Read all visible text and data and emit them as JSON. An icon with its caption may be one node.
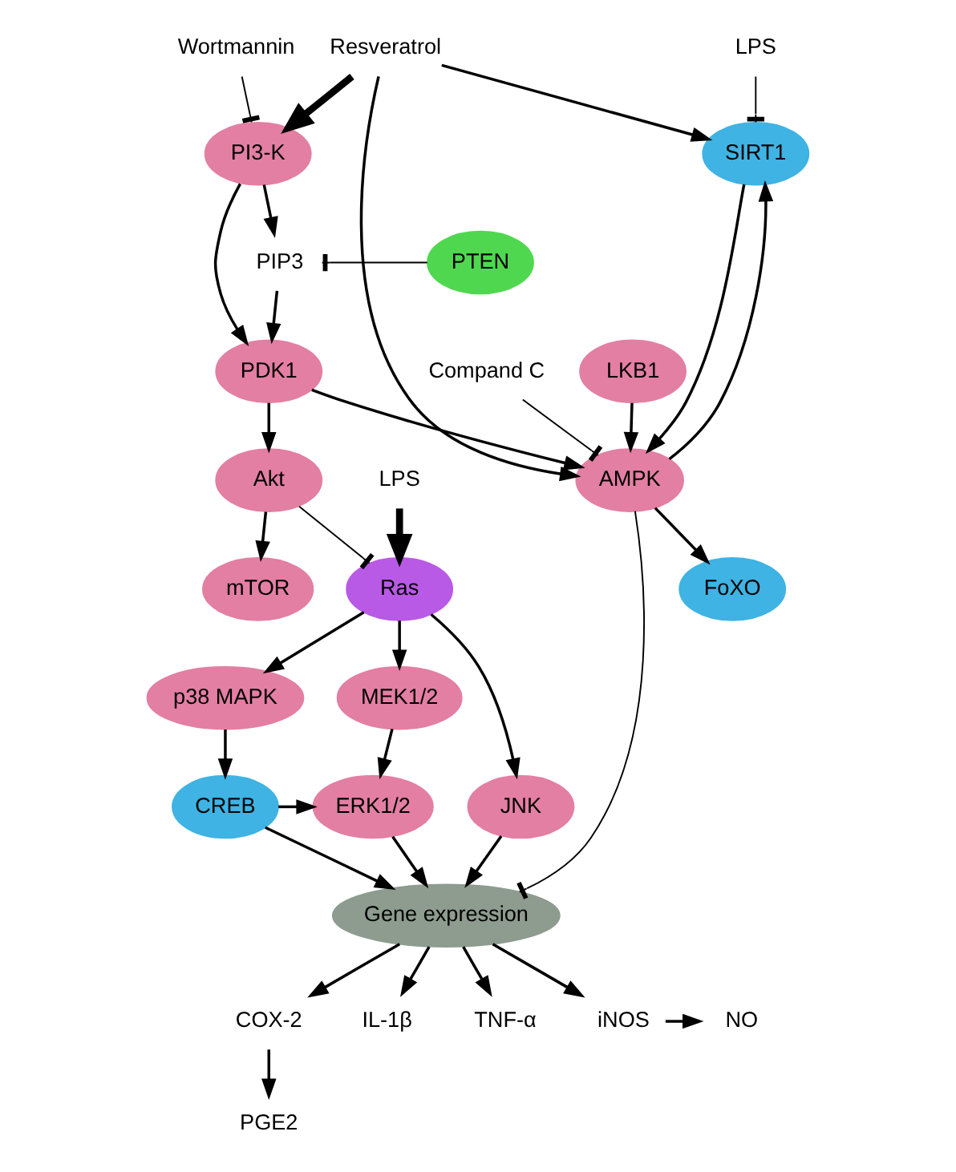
{
  "diagram": {
    "nodes": [
      {
        "text": [
          "Resveratrol"
        ]
      },
      {
        "text": [
          "Wortmannin"
        ]
      },
      {
        "text": [
          "LPS"
        ]
      },
      {
        "text": [
          "PTEN"
        ]
      },
      {
        "text": [
          "PIP3"
        ]
      },
      {
        "text": [
          "PI3-K"
        ]
      },
      {
        "text": [
          "SIRT1"
        ]
      },
      {
        "text": [
          "Compand C"
        ]
      },
      {
        "text": [
          "PDK1"
        ]
      },
      {
        "text": [
          "AMPK"
        ]
      },
      {
        "text": [
          "LKB1"
        ]
      },
      {
        "text": [
          "mTOR"
        ]
      },
      {
        "text": [
          "Akt"
        ]
      },
      {
        "text": [
          "FoXO"
        ]
      },
      {
        "text": [
          "LPS"
        ]
      },
      {
        "text": [
          "Ras"
        ]
      },
      {
        "text": [
          "p38 MAPK"
        ]
      },
      {
        "text": [
          "MEK1/2"
        ]
      },
      {
        "text": [
          "JNK"
        ]
      },
      {
        "text": [
          "CREB"
        ]
      },
      {
        "text": [
          "ERK1/2"
        ]
      },
      {
        "text": [
          "Gene expression"
        ]
      },
      {
        "text": [
          "IL-1β"
        ]
      },
      {
        "text": [
          "TNF-α"
        ]
      },
      {
        "text": [
          "PGE2"
        ]
      },
      {
        "text": [
          "COX-2"
        ]
      },
      {
        "text": [
          "iNOS"
        ]
      },
      {
        "text": [
          "NO"
        ]
      }
    ],
    "edges": [
      {
        "from": 0,
        "to": 5,
        "arrow": "to",
        "style": "thick"
      },
      {
        "from": 0,
        "to": 9,
        "arrow": "to"
      },
      {
        "from": 0,
        "to": 6,
        "arrow": "to"
      },
      {
        "from": 1,
        "to": 5,
        "arrow": "other"
      },
      {
        "from": 3,
        "to": 4,
        "arrow": "other"
      },
      {
        "from": 5,
        "to": 4,
        "arrow": "to"
      },
      {
        "from": 4,
        "to": 8,
        "arrow": "to"
      },
      {
        "from": 2,
        "to": 6,
        "arrow": "other"
      },
      {
        "from": 5,
        "to": 8,
        "arrow": "to"
      },
      {
        "from": 6,
        "to": 9,
        "arrow": "to"
      },
      {
        "from": 9,
        "to": 6,
        "arrow": "to"
      },
      {
        "from": 7,
        "to": 9,
        "arrow": "other"
      },
      {
        "from": 8,
        "to": 9,
        "arrow": "to"
      },
      {
        "from": 10,
        "to": 9,
        "arrow": "to"
      },
      {
        "from": 8,
        "to": 12,
        "arrow": "to"
      },
      {
        "from": 9,
        "to": 13,
        "arrow": "to"
      },
      {
        "from": 12,
        "to": 11,
        "arrow": "to"
      },
      {
        "from": 12,
        "to": 15,
        "arrow": "other"
      },
      {
        "from": 14,
        "to": 15,
        "arrow": "to",
        "style": "thick"
      },
      {
        "from": 9,
        "to": 21,
        "arrow": "other"
      },
      {
        "from": 15,
        "to": 16,
        "arrow": "to"
      },
      {
        "from": 15,
        "to": 17,
        "arrow": "to"
      },
      {
        "from": 15,
        "to": 18,
        "arrow": "to"
      },
      {
        "from": 16,
        "to": 19,
        "arrow": "to"
      },
      {
        "from": 17,
        "to": 20,
        "arrow": "to"
      },
      {
        "from": 19,
        "to": 20,
        "arrow": "to"
      },
      {
        "from": 19,
        "to": 21,
        "arrow": "to"
      },
      {
        "from": 20,
        "to": 21,
        "arrow": "to"
      },
      {
        "from": 18,
        "to": 21,
        "arrow": "to"
      },
      {
        "from": 21,
        "to": 25,
        "arrow": "to"
      },
      {
        "from": 21,
        "to": 22,
        "arrow": "to"
      },
      {
        "from": 21,
        "to": 23,
        "arrow": "to"
      },
      {
        "from": 21,
        "to": 26,
        "arrow": "to"
      },
      {
        "from": 25,
        "to": 24,
        "arrow": "to"
      },
      {
        "from": 26,
        "to": 27,
        "arrow": "to"
      }
    ]
  }
}
